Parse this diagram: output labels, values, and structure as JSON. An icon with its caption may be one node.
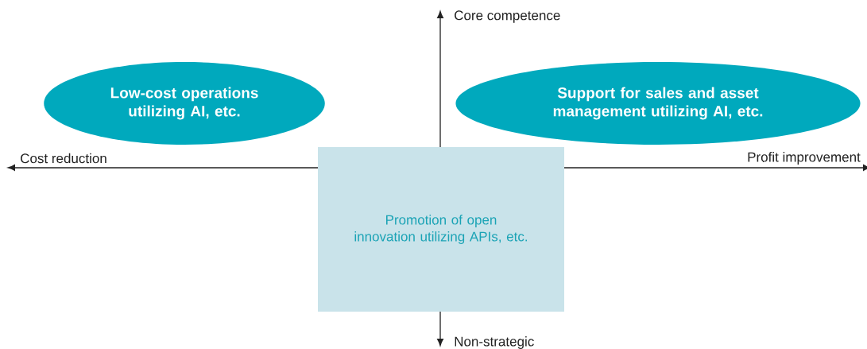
{
  "diagram": {
    "nodes": [
      {
        "text": [
          "Low-cost operations utilizing AI, etc."
        ]
      },
      {
        "text": [
          "Support for sales and asset management utilizing AI, etc."
        ]
      },
      {
        "text": [
          "Promotion of open innovation utilizing APIs, etc."
        ]
      }
    ],
    "labels": [
      "Core competence",
      "Cost reduction",
      "Profit improvement",
      "Non-strategic"
    ]
  }
}
